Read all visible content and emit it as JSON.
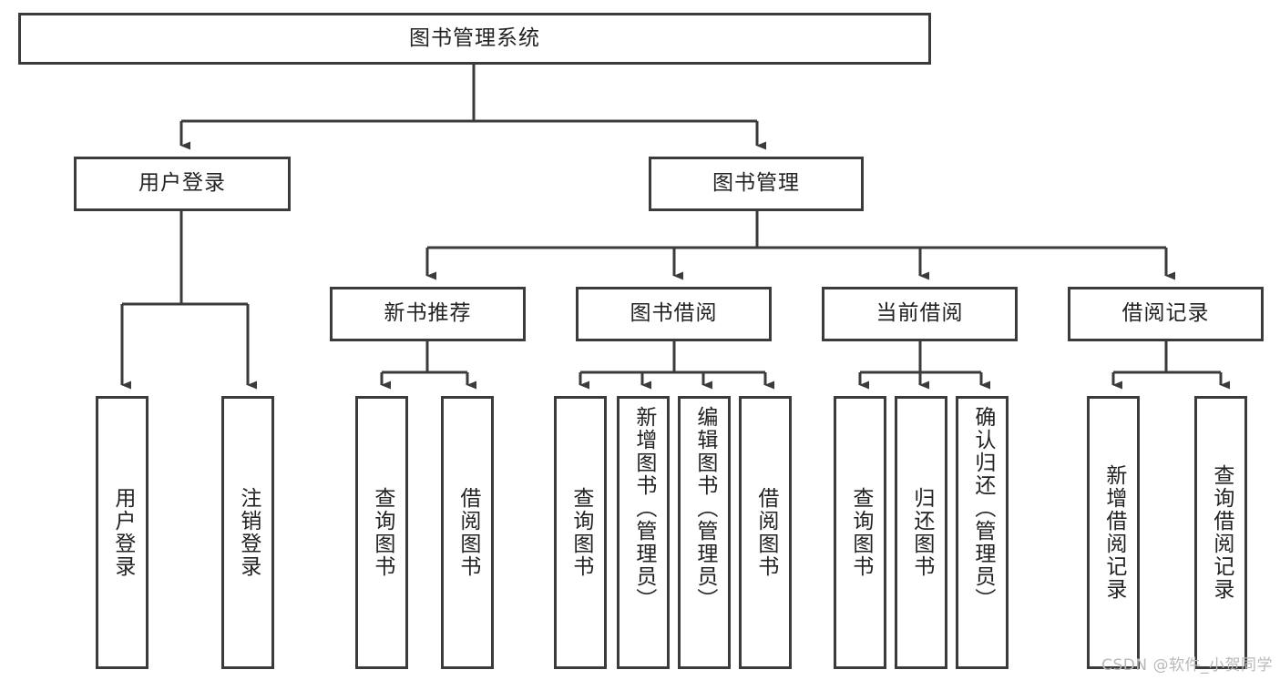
{
  "diagram": {
    "title": "图书管理系统",
    "watermark": "CSDN @软件_小贺同学",
    "line_color": "#3b3b3b",
    "box_border_color": "#3b3b3b",
    "text_color": "#222222",
    "background": "#ffffff",
    "root": {
      "label": "图书管理系统"
    },
    "level2": [
      {
        "label": "用户登录"
      },
      {
        "label": "图书管理"
      }
    ],
    "level3": [
      {
        "label": "新书推荐"
      },
      {
        "label": "图书借阅"
      },
      {
        "label": "当前借阅"
      },
      {
        "label": "借阅记录"
      }
    ],
    "leaves": {
      "user_login": [
        {
          "label": "用户登录"
        },
        {
          "label": "注销登录"
        }
      ],
      "new_book": [
        {
          "label": "查询图书"
        },
        {
          "label": "借阅图书"
        }
      ],
      "book_borrow": [
        {
          "label": "查询图书"
        },
        {
          "label": "新增图书（管理员）"
        },
        {
          "label": "编辑图书（管理员）"
        },
        {
          "label": "借阅图书"
        }
      ],
      "current_borrow": [
        {
          "label": "查询图书"
        },
        {
          "label": "归还图书"
        },
        {
          "label": "确认归还（管理员）"
        }
      ],
      "borrow_record": [
        {
          "label": "新增借阅记录"
        },
        {
          "label": "查询借阅记录"
        }
      ]
    }
  }
}
